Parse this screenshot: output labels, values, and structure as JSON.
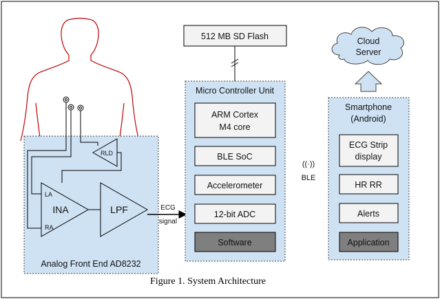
{
  "sd_flash": {
    "label": "512 MB SD Flash"
  },
  "mcu": {
    "title": "Micro Controller Unit",
    "blocks": [
      "ARM Cortex",
      "M4 core",
      "BLE SoC",
      "Accelerometer",
      "12-bit ADC",
      "Software"
    ]
  },
  "cloud": {
    "line1": "Cloud",
    "line2": "Server"
  },
  "phone": {
    "title_line1": "Smartphone",
    "title_line2": "(Android)",
    "blocks": [
      "ECG Strip",
      "display",
      "HR RR",
      "Alerts",
      "Application"
    ]
  },
  "ble": {
    "label": "BLE",
    "symbol": "((·))"
  },
  "afe": {
    "title": "Analog Front End AD8232",
    "rld": "RLD",
    "ina": "INA",
    "la": "LA",
    "ra": "RA",
    "lpf": "LPF",
    "ecg_line1": "ECG",
    "ecg_line2": "signal"
  },
  "caption": "Figure 1. System Architecture",
  "colors": {
    "panel_fill": "#cfe2f3",
    "block_fill": "#f3f3f3",
    "dark_block_fill": "#7f7f7f",
    "body_outline": "#c00000",
    "border": "#000000"
  }
}
